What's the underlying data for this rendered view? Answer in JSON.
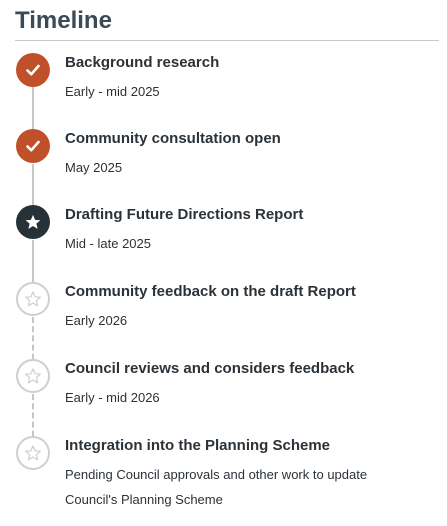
{
  "timeline": {
    "title": "Timeline",
    "items": [
      {
        "title": "Background research",
        "date": "Early - mid 2025",
        "status": "completed",
        "icon": "check-icon"
      },
      {
        "title": "Community consultation open",
        "date": "May 2025",
        "status": "completed",
        "icon": "check-icon"
      },
      {
        "title": "Drafting Future Directions Report",
        "date": "Mid - late 2025",
        "status": "current",
        "icon": "star-icon"
      },
      {
        "title": "Community feedback on the draft Report",
        "date": "Early 2026",
        "status": "upcoming",
        "icon": "star-outline-icon"
      },
      {
        "title": "Council reviews and considers feedback",
        "date": "Early - mid 2026",
        "status": "upcoming",
        "icon": "star-outline-icon"
      },
      {
        "title": "Integration into the Planning Scheme",
        "date": "Pending Council approvals and other work to update Council's Planning Scheme",
        "status": "upcoming",
        "icon": "star-outline-icon"
      }
    ],
    "colors": {
      "completed": "#c0502a",
      "current": "#263238",
      "upcoming_border": "#cfcfcf",
      "line": "#c6c6c6"
    }
  }
}
